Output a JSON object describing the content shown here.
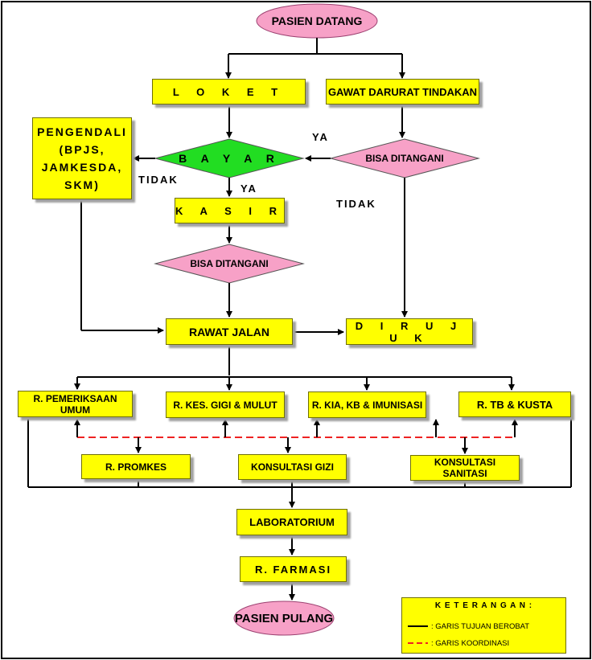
{
  "nodes": {
    "start": "PASIEN DATANG",
    "loket": "L O K E T",
    "gawat_darurat": "GAWAT DARURAT TINDAKAN",
    "pengendali": "PENGENDALI (BPJS, JAMKESDA, SKM)",
    "bayar": "B A Y A R",
    "bisa_ditangani_1": "BISA DITANGANI",
    "kasir": "K A S I R",
    "bisa_ditangani_2": "BISA DITANGANI",
    "rawat_jalan": "RAWAT JALAN",
    "dirujuk": "D I R U J U K",
    "r_pemeriksaan_umum": "R. PEMERIKSAAN UMUM",
    "r_kes_gigi": "R. KES. GIGI & MULUT",
    "r_kia": "R. KIA, KB & IMUNISASI",
    "r_tb": "R. TB & KUSTA",
    "r_promkes": "R. PROMKES",
    "konsultasi_gizi": "KONSULTASI  GIZI",
    "konsultasi_sanitasi": "KONSULTASI  SANITASI",
    "laboratorium": "LABORATORIUM",
    "r_farmasi": "R. FARMASI",
    "end": "PASIEN PULANG"
  },
  "edge_labels": {
    "ya_1": "YA",
    "tidak_1": "TIDAK",
    "ya_2": "YA",
    "tidak_2": "TIDAK"
  },
  "legend": {
    "title": "K E T E R A N G A N :",
    "solid": ": GARIS TUJUAN BEROBAT",
    "dashed": ": GARIS KOORDINASI"
  },
  "colors": {
    "box": "#ffff00",
    "start_end": "#f7a1c7",
    "diamond_pink": "#f7a1c7",
    "diamond_green": "#22dd22",
    "coordination_line": "#ee2222"
  }
}
